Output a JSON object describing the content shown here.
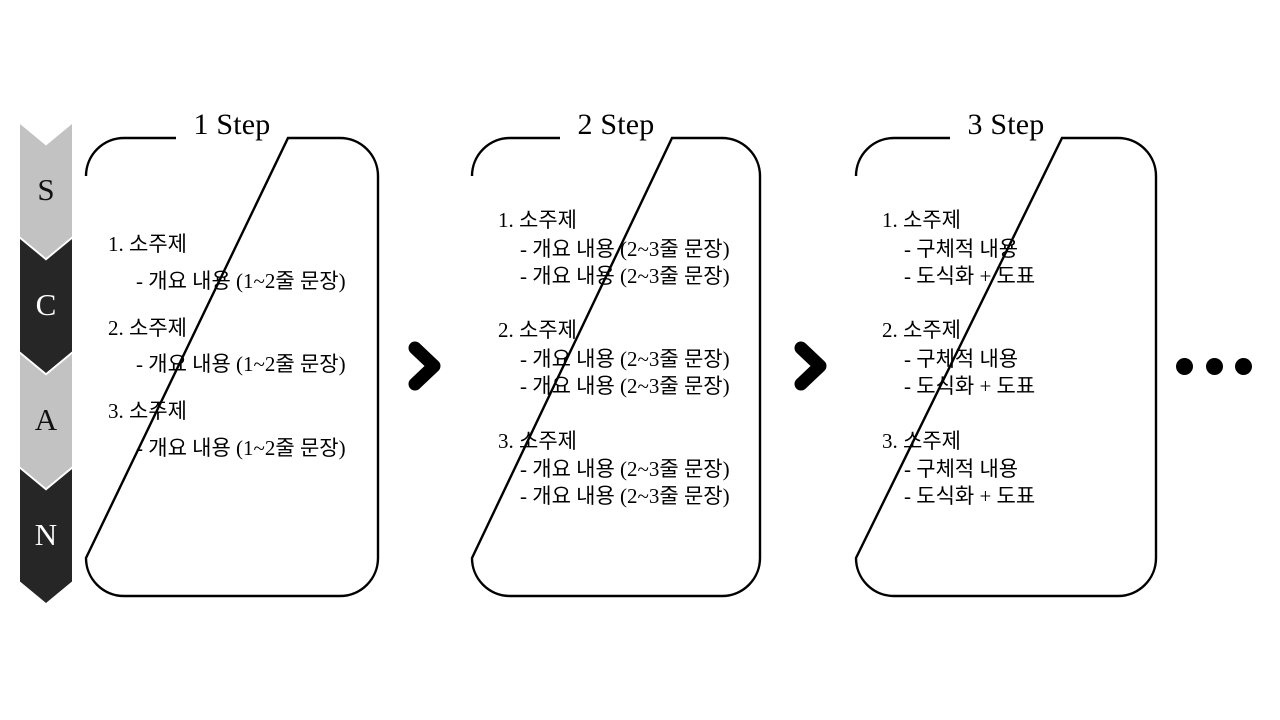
{
  "scan_column": {
    "name": "SCAN",
    "segments": [
      {
        "letter": "S",
        "style": "light"
      },
      {
        "letter": "C",
        "style": "dark"
      },
      {
        "letter": "A",
        "style": "light"
      },
      {
        "letter": "N",
        "style": "dark"
      }
    ],
    "colors": {
      "light": "#c2c2c2",
      "dark": "#262626",
      "light_text": "#111111",
      "dark_text": "#ffffff"
    }
  },
  "steps": [
    {
      "title": "1 Step",
      "groups": [
        {
          "head": "1. 소주제",
          "subs": [
            "- 개요 내용 (1~2줄 문장)"
          ]
        },
        {
          "head": "2. 소주제",
          "subs": [
            "- 개요 내용 (1~2줄 문장)"
          ]
        },
        {
          "head": "3. 소주제",
          "subs": [
            "- 개요 내용 (1~2줄 문장)"
          ]
        }
      ]
    },
    {
      "title": "2 Step",
      "groups": [
        {
          "head": "1. 소주제",
          "subs": [
            "- 개요 내용 (2~3줄 문장)",
            "- 개요 내용 (2~3줄 문장)"
          ]
        },
        {
          "head": "2. 소주제",
          "subs": [
            "- 개요 내용 (2~3줄 문장)",
            "- 개요 내용 (2~3줄 문장)"
          ]
        },
        {
          "head": "3. 소주제",
          "subs": [
            "- 개요 내용 (2~3줄 문장)",
            "- 개요 내용 (2~3줄 문장)"
          ]
        }
      ]
    },
    {
      "title": "3 Step",
      "groups": [
        {
          "head": "1. 소주제",
          "subs": [
            "- 구체적 내용",
            "- 도식화 + 도표"
          ]
        },
        {
          "head": "2. 소주제",
          "subs": [
            "- 구체적 내용",
            "- 도식화 + 도표"
          ]
        },
        {
          "head": "3. 소주제",
          "subs": [
            "- 구체적 내용",
            "- 도식화 + 도표"
          ]
        }
      ]
    }
  ],
  "connectors": [
    {
      "icon": "chevron-right-icon"
    },
    {
      "icon": "chevron-right-icon"
    }
  ],
  "ellipsis": {
    "icon": "ellipsis-icon",
    "count": 3
  }
}
